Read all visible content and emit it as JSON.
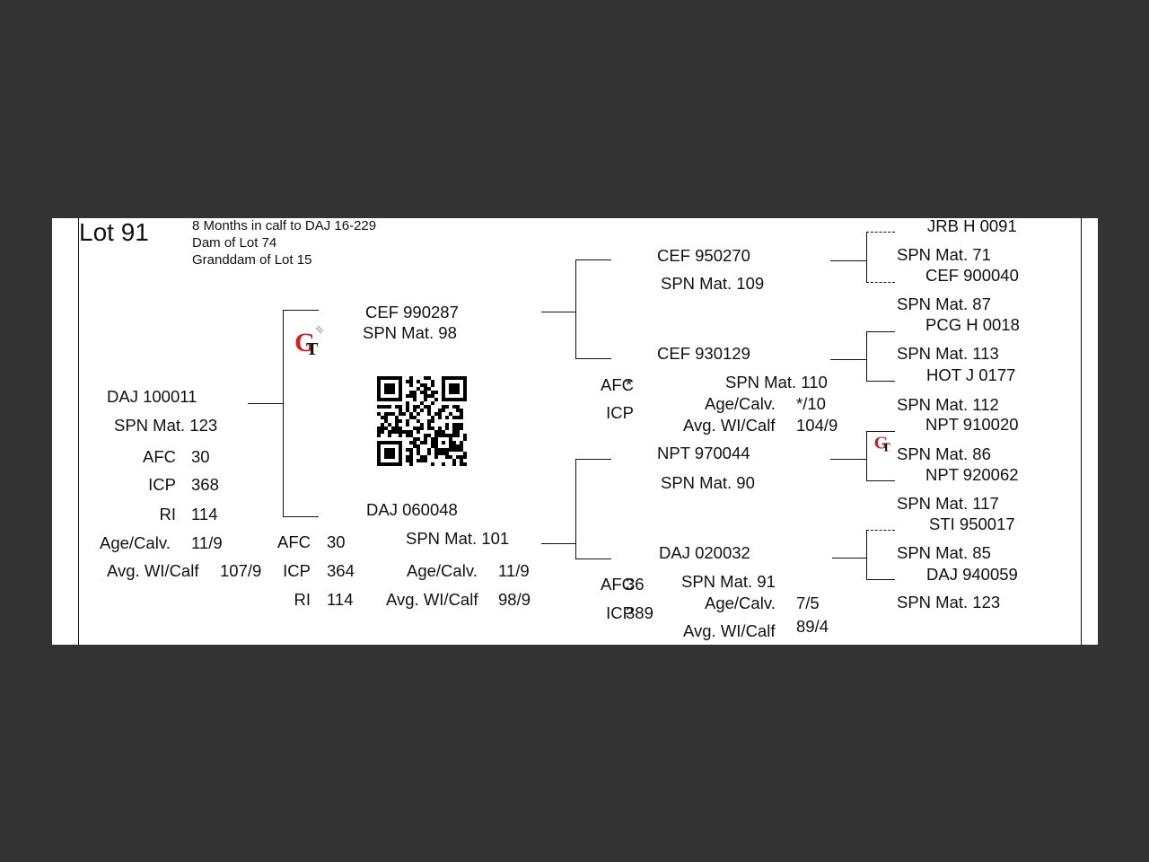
{
  "lot": {
    "label": "Lot 91"
  },
  "notes": [
    "8 Months in calf to DAJ 16-229",
    "Dam of Lot 74",
    "Granddam of Lot 15"
  ],
  "animal": {
    "id": "DAJ 100011",
    "spn": "SPN Mat. 123",
    "afc_label": "AFC",
    "afc": "30",
    "icp_label": "ICP",
    "icp": "368",
    "ri_label": "RI",
    "ri": "114",
    "age_label": "Age/Calv.",
    "age": "11/9",
    "wi_label": "Avg. WI/Calf",
    "wi": "107/9"
  },
  "sire": {
    "id": "CEF 990287",
    "spn": "SPN Mat. 98"
  },
  "dam": {
    "id": "DAJ 060048",
    "spn": "SPN Mat. 101",
    "afc_label": "AFC",
    "afc": "30",
    "icp_label": "ICP",
    "icp": "364",
    "ri_label": "RI",
    "ri": "114",
    "age_label": "Age/Calv.",
    "age": "11/9",
    "wi_label": "Avg. WI/Calf",
    "wi": "98/9"
  },
  "sire_sire": {
    "id": "CEF 950270",
    "spn": "SPN Mat. 109"
  },
  "sire_dam": {
    "id": "CEF 930129",
    "spn": "SPN Mat. 110",
    "afc_label": "AFC",
    "afc": "*",
    "icp_label": "ICP",
    "age_label": "Age/Calv.",
    "age": "*/10",
    "wi_label": "Avg. WI/Calf",
    "wi": "104/9"
  },
  "dam_sire": {
    "id": "NPT 970044",
    "spn": "SPN Mat. 90"
  },
  "dam_dam": {
    "id": "DAJ 020032",
    "spn": "SPN Mat. 91",
    "afc_label": "AFC",
    "afc": "36",
    "icp_label": "ICP",
    "icp": "389",
    "age_label": "Age/Calv.",
    "age": "7/5",
    "wi_label": "Avg. WI/Calf",
    "wi": "89/4"
  },
  "gen4": [
    {
      "id": "JRB H 0091",
      "spn": "SPN Mat. 71"
    },
    {
      "id": "CEF 900040",
      "spn": "SPN Mat. 87"
    },
    {
      "id": "PCG H 0018",
      "spn": "SPN Mat. 113"
    },
    {
      "id": "HOT J 0177",
      "spn": "SPN Mat. 112"
    },
    {
      "id": "NPT 910020",
      "spn": "SPN Mat. 86"
    },
    {
      "id": "NPT 920062",
      "spn": "SPN Mat. 117"
    },
    {
      "id": "STI 950017",
      "spn": "SPN Mat. 85"
    },
    {
      "id": "DAJ 940059",
      "spn": "SPN Mat. 123"
    }
  ],
  "logo": {
    "text": "GT",
    "colors": {
      "g": "#cc2222",
      "t": "#111111"
    }
  }
}
